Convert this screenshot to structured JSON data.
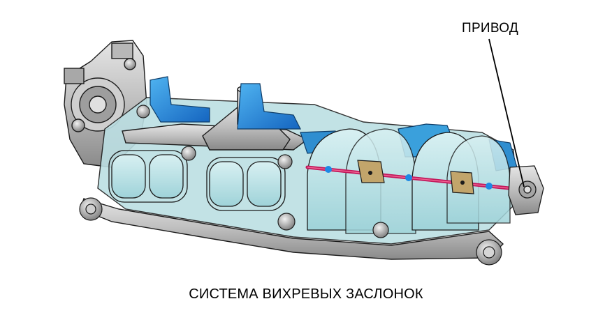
{
  "labels": {
    "actuator": "ПРИВОД",
    "caption": "СИСТЕМА ВИХРЕВЫХ ЗАСЛОНОК"
  },
  "colors": {
    "background": "#ffffff",
    "metal": "#bdbdbd",
    "metal_dark": "#8a8a8a",
    "outline": "#1c1c1c",
    "transparent_cyan": "#bfe6ea",
    "bright_blue": "#1e90d6",
    "shaft": "#c2185b",
    "flap": "#c2a56b"
  },
  "icons": {
    "illustration": "intake-manifold-illustration",
    "leader_line": "leader-line"
  }
}
